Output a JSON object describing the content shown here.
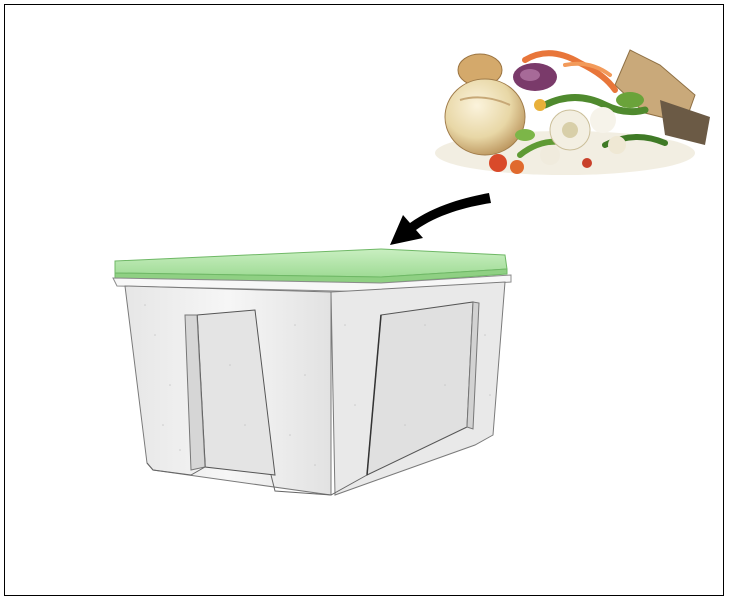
{
  "scene": {
    "items": [
      {
        "name": "food-scraps",
        "icon": "food-scraps-icon"
      },
      {
        "name": "arrow",
        "icon": "curved-arrow-icon"
      },
      {
        "name": "bin",
        "icon": "compost-bin-icon"
      }
    ]
  },
  "colors": {
    "border": "#000000",
    "background": "#ffffff",
    "lid": "#b8e6b0",
    "lid_edge": "#7fc98a",
    "bin_body": "#f0f0f0",
    "bin_shade": "#dcdcdc",
    "arrow": "#000000"
  }
}
